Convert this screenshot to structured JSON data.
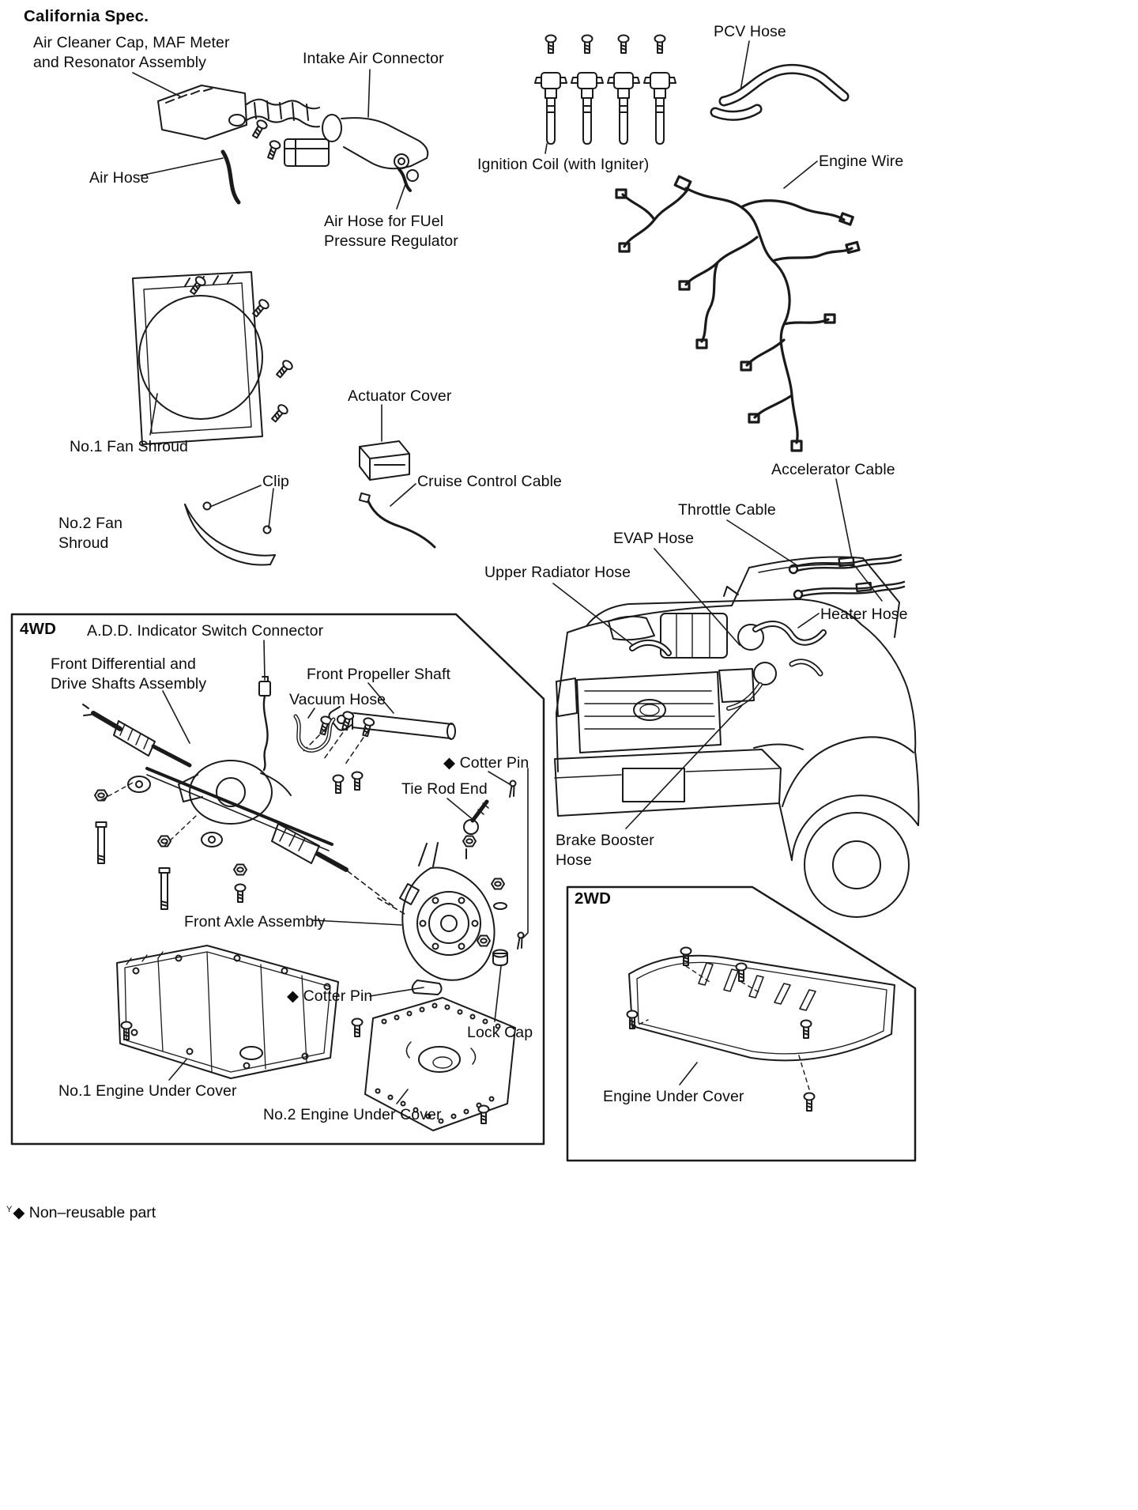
{
  "labels": {
    "title": "California Spec.",
    "air_cleaner": "Air Cleaner Cap, MAF Meter\nand Resonator Assembly",
    "intake_air_connector": "Intake Air Connector",
    "pcv_hose": "PCV Hose",
    "air_hose": "Air Hose",
    "ignition_coil": "Ignition Coil (with Igniter)",
    "engine_wire": "Engine Wire",
    "air_hose_fuel": "Air Hose for FUel\nPressure Regulator",
    "actuator_cover": "Actuator Cover",
    "no1_fan_shroud": "No.1 Fan Shroud",
    "clip": "Clip",
    "cruise_control_cable": "Cruise Control Cable",
    "accelerator_cable": "Accelerator Cable",
    "no2_fan_shroud": "No.2 Fan\nShroud",
    "throttle_cable": "Throttle Cable",
    "evap_hose": "EVAP Hose",
    "upper_radiator_hose": "Upper Radiator Hose",
    "heater_hose": "Heater Hose",
    "awd": "4WD",
    "add_indicator": "A.D.D. Indicator Switch Connector",
    "front_diff": "Front Differential and\nDrive Shafts Assembly",
    "front_propeller_shaft": "Front Propeller Shaft",
    "vacuum_hose": "Vacuum Hose",
    "cotter_pin_1": "◆ Cotter Pin",
    "tie_rod_end": "Tie Rod End",
    "brake_booster_hose": "Brake Booster\nHose",
    "front_axle_assembly": "Front Axle Assembly",
    "twd": "2WD",
    "cotter_pin_2": "◆ Cotter Pin",
    "lock_cap": "Lock Cap",
    "no1_engine_under_cover": "No.1 Engine Under Cover",
    "no2_engine_under_cover": "No.2 Engine Under Cover",
    "engine_under_cover_2wd": "Engine Under Cover"
  },
  "legend": {
    "superscript": "Y",
    "text": "◆ Non–reusable part"
  },
  "colors": {
    "ink": "#1a1a1a",
    "paper": "#ffffff"
  }
}
